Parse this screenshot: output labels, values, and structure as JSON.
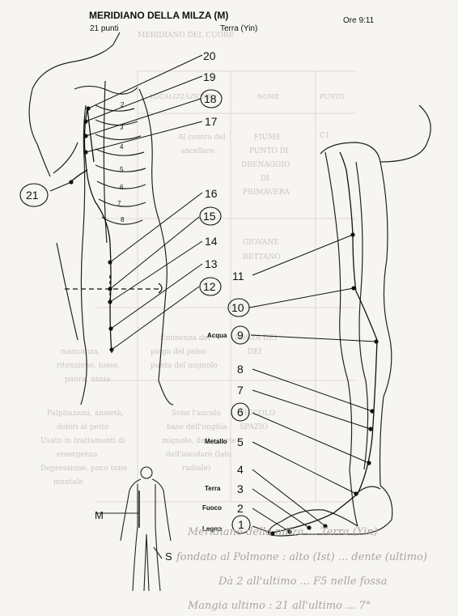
{
  "header": {
    "title": "MERIDIANO DELLA MILZA (M)",
    "points_count": "21 punti",
    "element": "Terra (Yin)",
    "time": "Ore 9:11"
  },
  "point_labels": {
    "p1": "1",
    "p2": "2",
    "p3": "3",
    "p4": "4",
    "p5": "5",
    "p6": "6",
    "p7": "7",
    "p8": "8",
    "p9": "9",
    "p10": "10",
    "p11": "11",
    "p12": "12",
    "p13": "13",
    "p14": "14",
    "p15": "15",
    "p16": "16",
    "p17": "17",
    "p18": "18",
    "p19": "19",
    "p20": "20",
    "p21": "21"
  },
  "rib_labels": [
    "2",
    "3",
    "4",
    "5",
    "6",
    "7",
    "8"
  ],
  "element_labels": {
    "acqua": "Acqua",
    "metallo": "Metallo",
    "terra": "Terra",
    "fuoco": "Fuoco",
    "legno": "Legno"
  },
  "figure_labels": {
    "meridian": "M",
    "side": "S"
  },
  "bleed_through": {
    "top": "MERIDIANO DEL CUORE",
    "headers": [
      "PUNTO",
      "NOME",
      "LOCALIZZAZIONE"
    ],
    "c1": "C1",
    "nome1": [
      "FIUME",
      "PUNTO DI",
      "DRENAGGIO",
      "DI",
      "PRIMAVERA"
    ],
    "nome2": [
      "GIOVANE",
      "RETTANO"
    ],
    "nome3": [
      "PORTA DEI",
      "DEI"
    ],
    "nome4": [
      "PICCOLO",
      "SPAZIO"
    ],
    "loc1": [
      "Al centro del",
      "ascellare"
    ],
    "loc3": [
      "Eminenza del",
      "piega del polso",
      "punto del mignolo"
    ],
    "loc4": [
      "Sono l'ancolo",
      "base dell'unghia",
      "mignolo, dalla parte",
      "dell'ascolare (lato",
      "radiale)"
    ],
    "ind3": [
      "mancanza,",
      "ritenzione, tosse,",
      "paura, ansia"
    ],
    "ind4": [
      "Palpitazioni, ansietà,",
      "dolori al petto",
      "Usato in trattamenti di",
      "emergenza",
      "Depressione, poco tono",
      "mentale"
    ]
  },
  "handwriting": [
    "Meridiano della milza ... Terra (Yin)",
    "fondato al Polmone : alto (Ist) ... dente (ultimo)",
    "Dà 2 all'ultimo ... F5 nelle fossa",
    "Mangia ultimo : 21 all'ultimo ... 7°"
  ]
}
